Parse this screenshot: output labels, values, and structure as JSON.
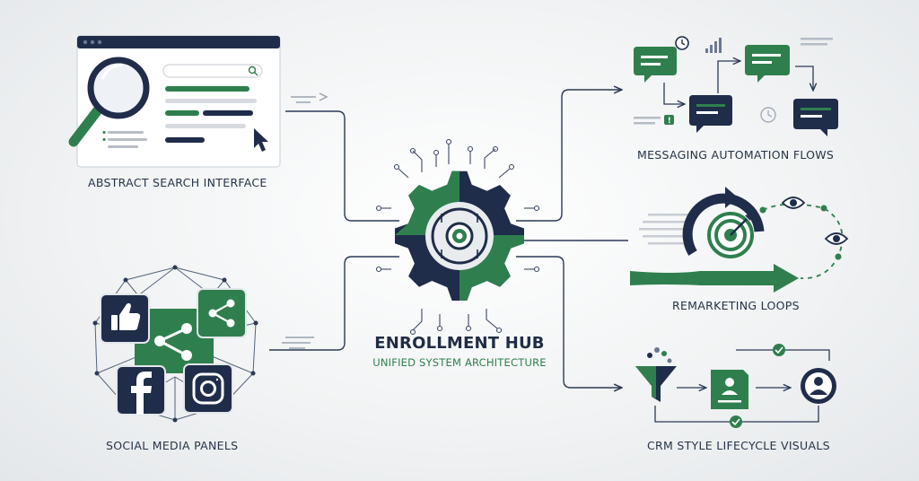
{
  "hub": {
    "title": "ENROLLMENT HUB",
    "subtitle": "UNIFIED SYSTEM ARCHITECTURE"
  },
  "panels": {
    "search": {
      "label": "ABSTRACT SEARCH INTERFACE"
    },
    "social": {
      "label": "SOCIAL MEDIA PANELS"
    },
    "messaging": {
      "label": "MESSAGING AUTOMATION FLOWS"
    },
    "remarketing": {
      "label": "REMARKETING LOOPS"
    },
    "crm": {
      "label": "CRM STYLE LIFECYCLE VISUALS"
    }
  },
  "colors": {
    "navy": "#1f2d4a",
    "green": "#2f7f4e",
    "line": "#2b3a55",
    "light_gray": "#dde1e6"
  },
  "icons": [
    "magnifier-icon",
    "cursor-icon",
    "thumbs-up-icon",
    "share-icon",
    "facebook-icon",
    "instagram-icon",
    "gear-icon",
    "chat-bubble-icon",
    "clock-icon",
    "target-icon",
    "eye-icon",
    "funnel-icon",
    "document-icon",
    "user-icon"
  ]
}
